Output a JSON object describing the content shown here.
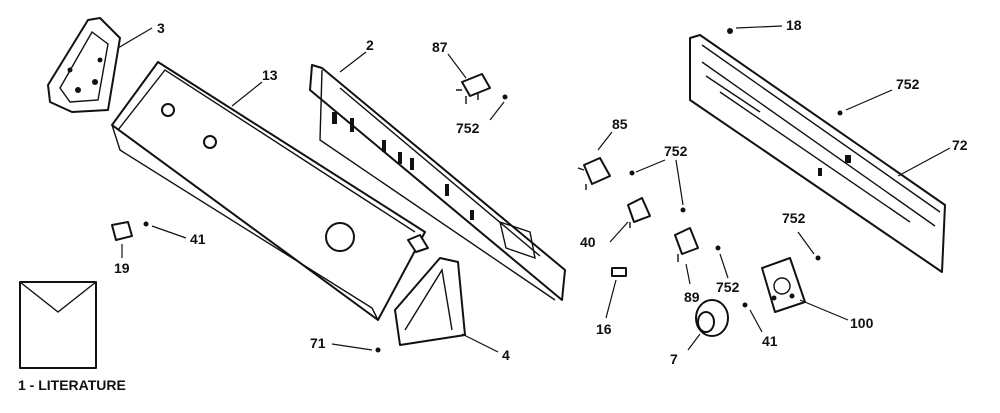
{
  "labels": {
    "p3": "3",
    "p13": "13",
    "p2": "2",
    "p87": "87",
    "p752a": "752",
    "p18": "18",
    "p752b": "752",
    "p72": "72",
    "p85": "85",
    "p752c": "752",
    "p41a": "41",
    "p19": "19",
    "p40": "40",
    "p752d": "752",
    "p89": "89",
    "p752e": "752",
    "p16": "16",
    "p100": "100",
    "p41b": "41",
    "p7": "7",
    "p71": "71",
    "p4": "4"
  },
  "literature": {
    "label": "1 - LITERATURE"
  }
}
